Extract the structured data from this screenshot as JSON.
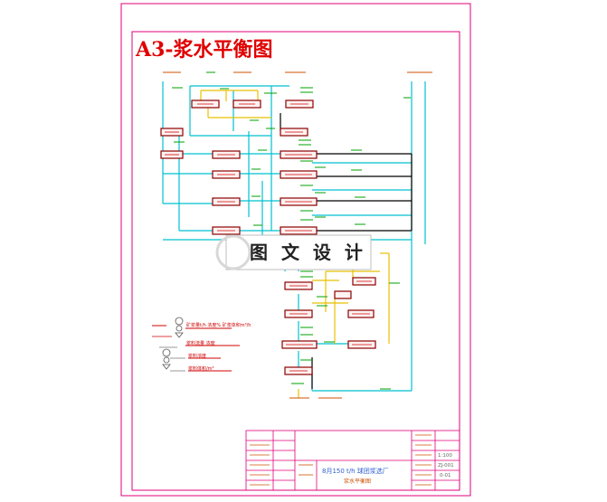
{
  "drawing": {
    "title": "A3-浆水平衡图",
    "watermark": "图 文 设 计"
  },
  "legend": {
    "row1": "矿浆量t/h 浓度% 矿浆体积m³/h",
    "row2": "浆料流量 浓度",
    "row3": "浆料浓度",
    "row4": "浆料体积/m³"
  },
  "title_block": {
    "project": "8月150 t/h 球团浆选厂",
    "drawing_name": "浆水平衡图",
    "scale": "1:100",
    "code": "ZJ-001",
    "sheet": "0-01"
  },
  "colors": {
    "border": "#e2007a",
    "flow": "#00c0d0",
    "feed": "#000000",
    "tailing": "#e8c000",
    "value": "#00a000",
    "box": "#8b0000"
  }
}
